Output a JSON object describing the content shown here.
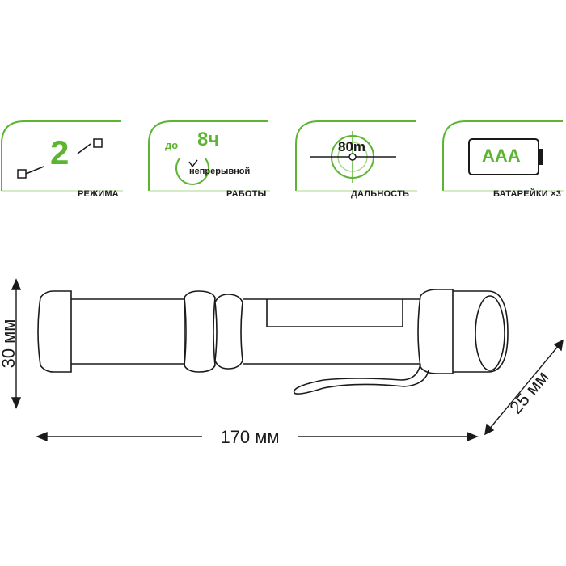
{
  "features": [
    {
      "value": "2",
      "label": "РЕЖИМА",
      "icon": "mode-switch-icon"
    },
    {
      "prefix": "до",
      "value": "8ч",
      "sub": "непрерывной",
      "label": "РАБОТЫ",
      "icon": "clock-icon"
    },
    {
      "value": "80m",
      "label": "ДАЛЬНОСТЬ",
      "icon": "crosshair-icon"
    },
    {
      "value": "AAA",
      "label": "БАТАРЕЙКИ ×3",
      "icon": "battery-icon"
    }
  ],
  "dimensions": {
    "length": "170 мм",
    "height": "30 мм",
    "depth": "25 мм"
  },
  "colors": {
    "accent": "#5cb531",
    "line": "#1a1a1a"
  }
}
